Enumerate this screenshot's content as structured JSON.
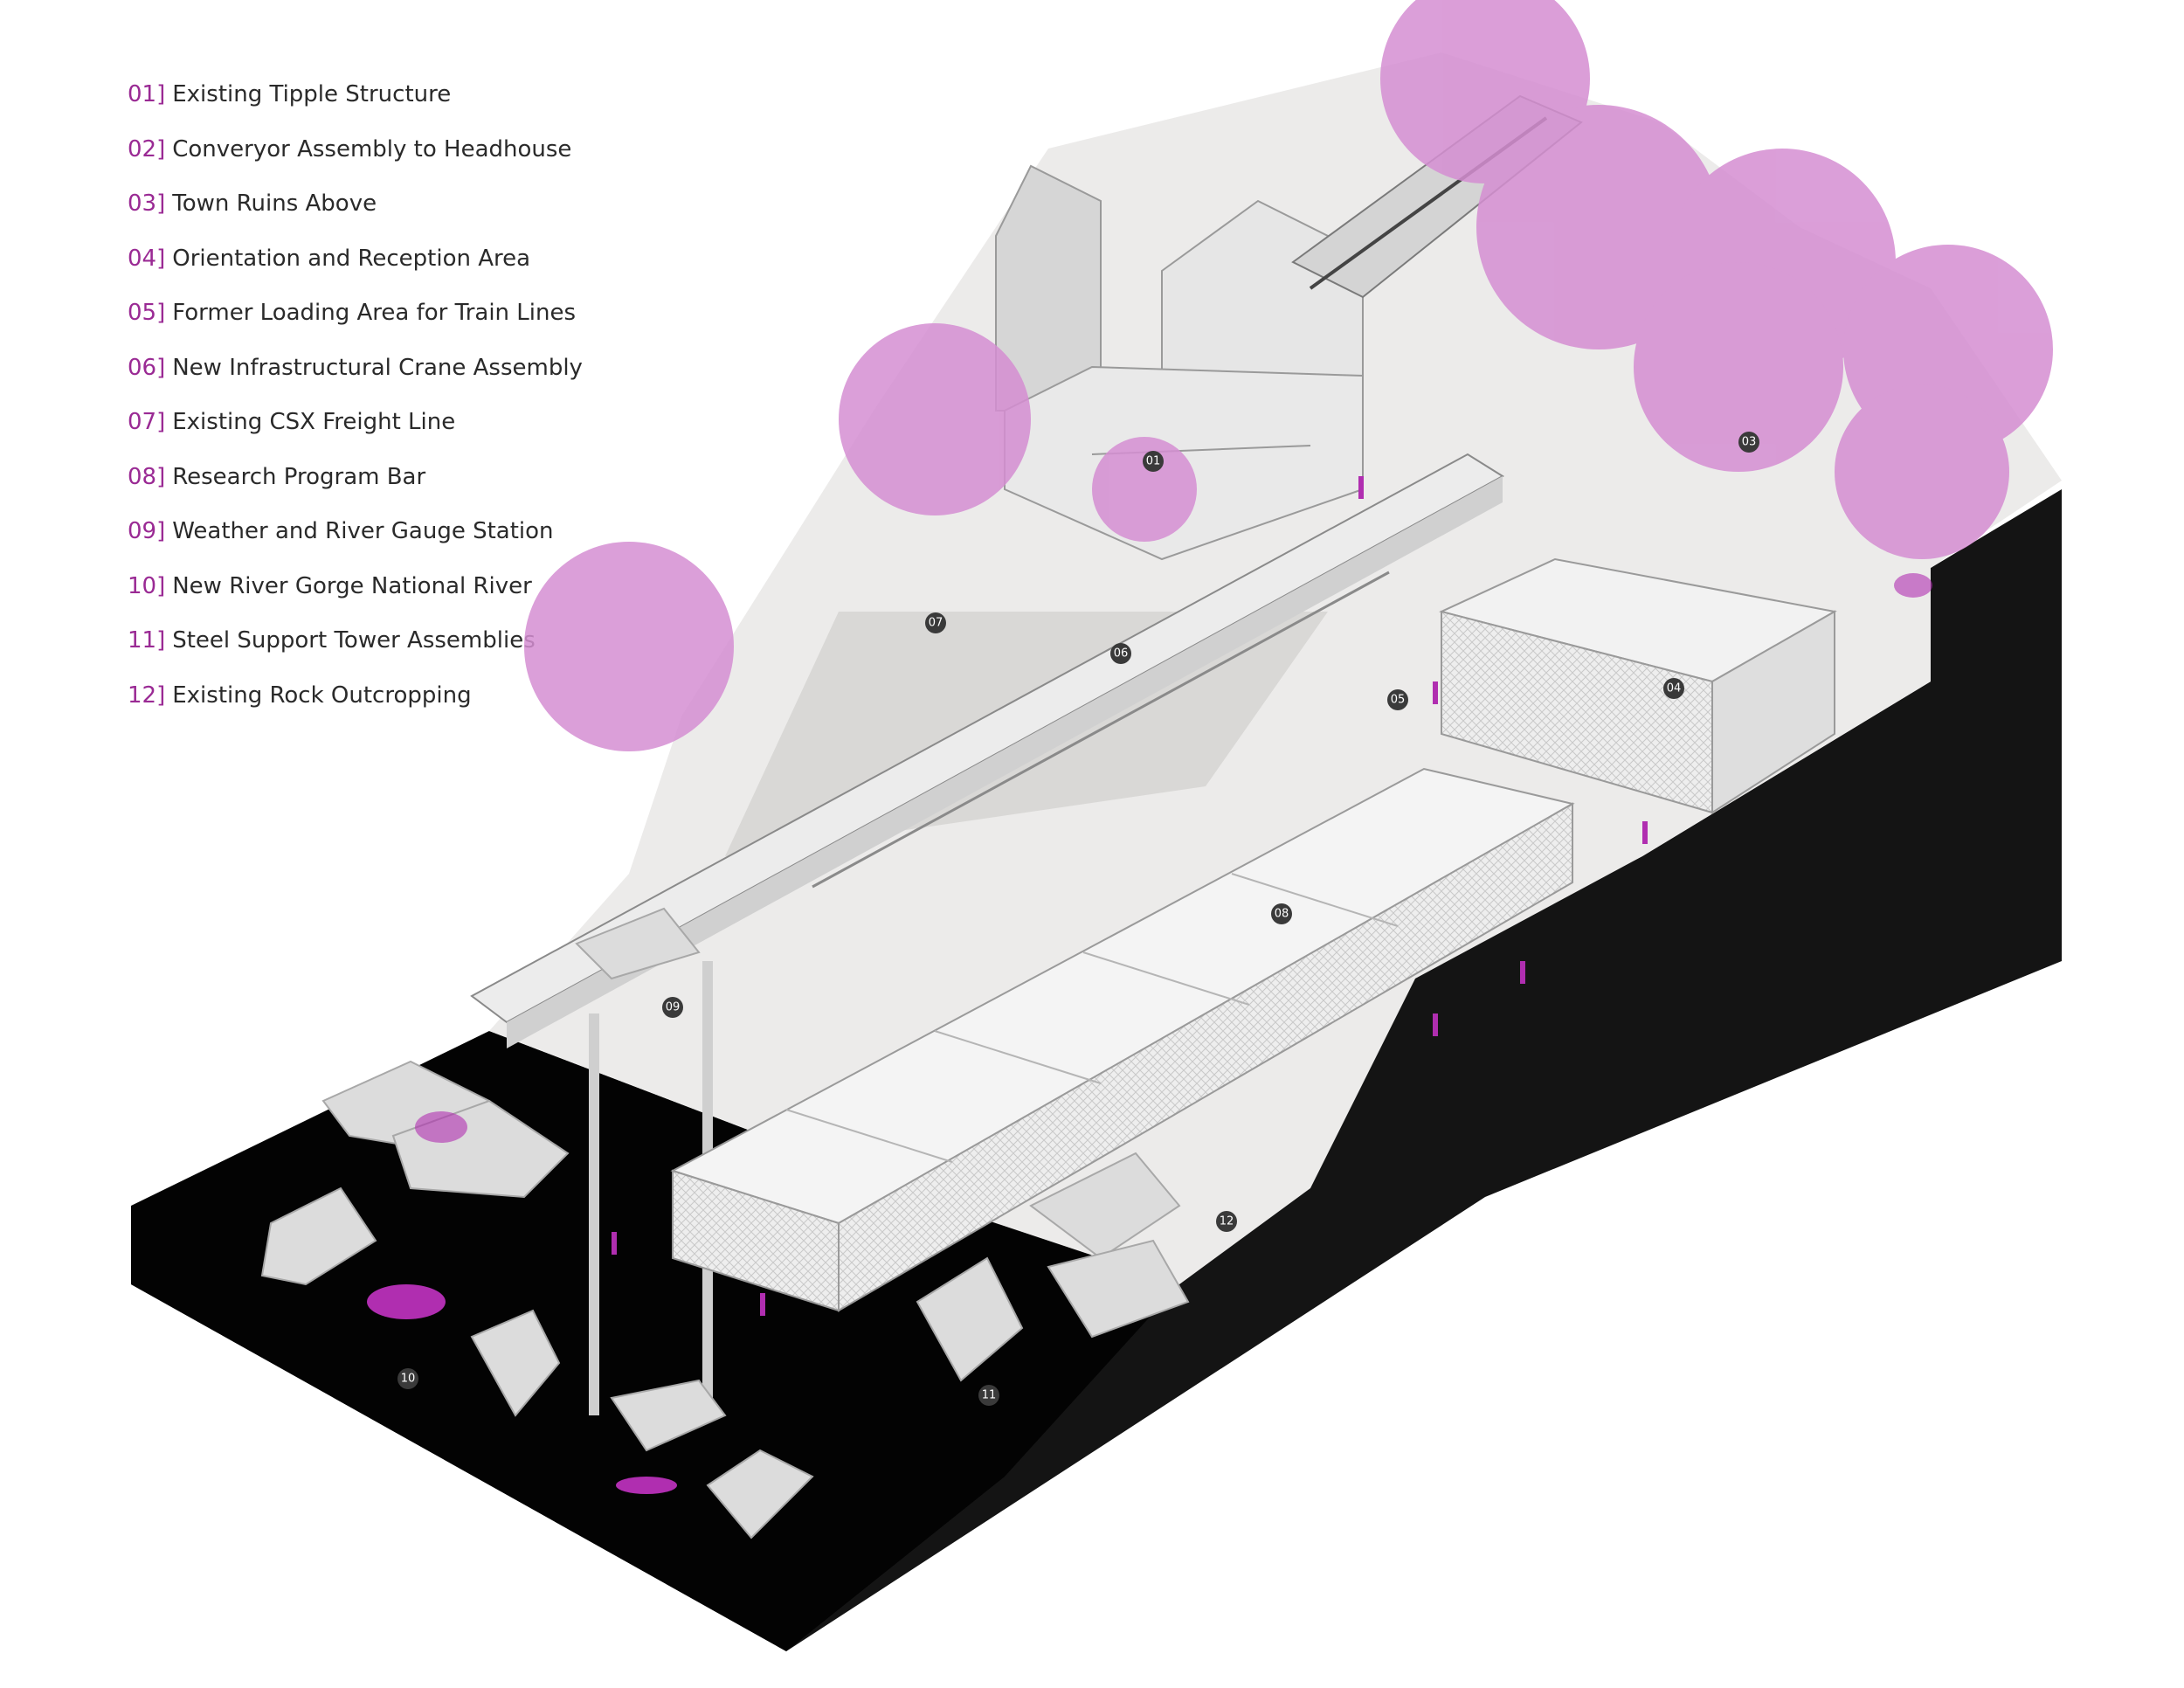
{
  "legend": [
    {
      "num": "01]",
      "label": "Existing Tipple Structure"
    },
    {
      "num": "02]",
      "label": "Converyor Assembly to Headhouse"
    },
    {
      "num": "03]",
      "label": "Town Ruins Above"
    },
    {
      "num": "04]",
      "label": "Orientation and Reception Area"
    },
    {
      "num": "05]",
      "label": "Former Loading Area for Train Lines"
    },
    {
      "num": "06]",
      "label": "New Infrastructural Crane Assembly"
    },
    {
      "num": "07]",
      "label": "Existing CSX Freight Line"
    },
    {
      "num": "08]",
      "label": "Research Program Bar"
    },
    {
      "num": "09]",
      "label": "Weather and River Gauge Station"
    },
    {
      "num": "10]",
      "label": "New River Gorge National River"
    },
    {
      "num": "11]",
      "label": "Steel Support Tower Assemblies"
    },
    {
      "num": "12]",
      "label": "Existing Rock Outcropping"
    }
  ],
  "markers": [
    "01",
    "03",
    "04",
    "05",
    "06",
    "07",
    "08",
    "09",
    "10",
    "11",
    "12"
  ],
  "colors": {
    "accent": "#9a2a94",
    "trees": "#d58ed2",
    "ground": "#ecebea",
    "section": "#141414",
    "water": "#030303",
    "rock": "#dcdcdc",
    "figures": "#b02eb0"
  }
}
